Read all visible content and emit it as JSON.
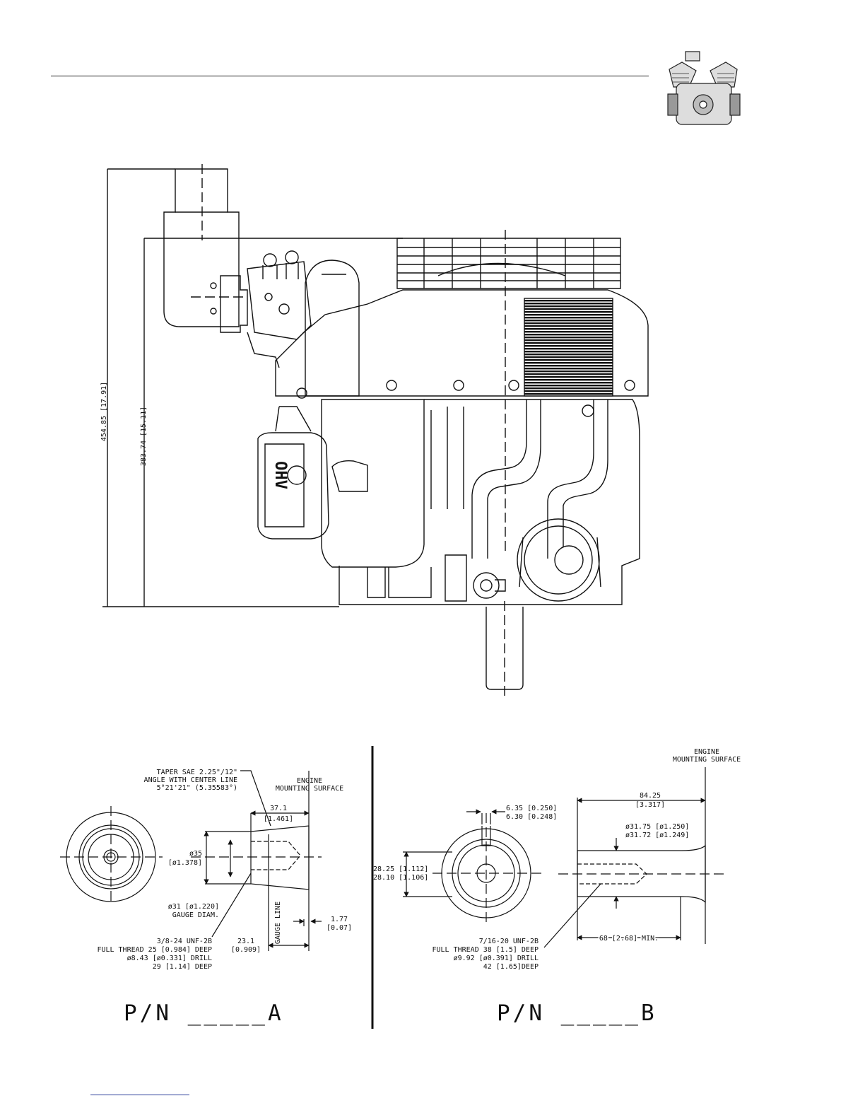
{
  "main_view": {
    "overall_height": "454.85 [17.91]",
    "mounting_height": "383.74 [15.11]",
    "valve_cover_mark": "OHV"
  },
  "detail_a": {
    "taper_note": [
      "TAPER SAE 2.25\"/12\"",
      "ANGLE WITH CENTER LINE",
      "5°21'21\" (5.35583°)"
    ],
    "engine_surface": [
      "ENGINE",
      "MOUNTING SURFACE"
    ],
    "length_dim": [
      "37.1",
      "[1.461]"
    ],
    "diameter_dim": [
      "ø35",
      "[ø1.378]"
    ],
    "gauge_dim": [
      "ø31 [ø1.220]",
      "GAUGE DIAM."
    ],
    "gauge_line": "GAUGE LINE",
    "offset_dim": [
      "1.77",
      "[0.07]"
    ],
    "gauge_len_dim": [
      "23.1",
      "[0.909]"
    ],
    "thread_note": [
      "3/8-24 UNF-2B",
      "FULL THREAD 25 [0.984] DEEP",
      "ø8.43 [ø0.331] DRILL",
      "29 [1.14] DEEP"
    ],
    "pn_label": "P/N _____A"
  },
  "detail_b": {
    "engine_surface": [
      "ENGINE",
      "MOUNTING SURFACE"
    ],
    "key_width_dim": [
      "6.35 [0.250]",
      "6.30 [0.248]"
    ],
    "key_height_dim": [
      "28.25 [1.112]",
      "28.10 [1.106]"
    ],
    "length_dim": [
      "84.25",
      "[3.317]"
    ],
    "diameter_dim": [
      "ø31.75 [ø1.250]",
      "ø31.72 [ø1.249]"
    ],
    "min_len_dim": "68 [2.68] MIN.",
    "thread_note": [
      "7/16-20 UNF-2B",
      "FULL THREAD 38 [1.5] DEEP",
      "ø9.92 [ø0.391] DRILL",
      "42 [1.65]DEEP"
    ],
    "pn_label": "P/N _____B"
  }
}
